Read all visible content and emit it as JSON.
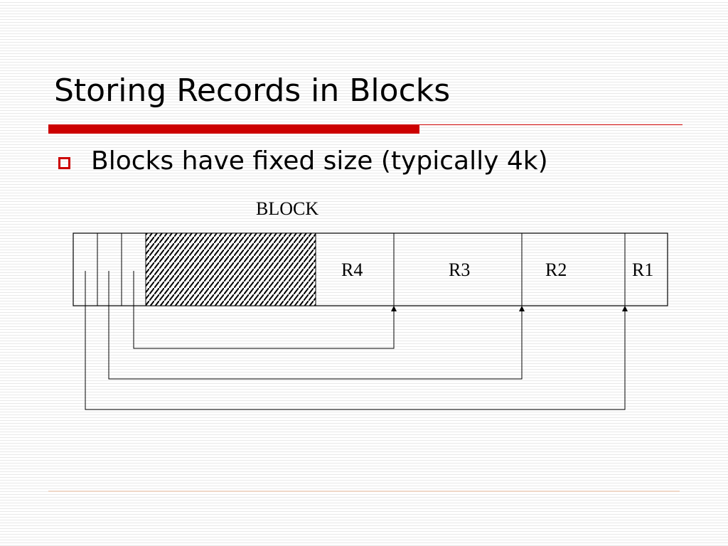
{
  "slide": {
    "title": "Storing Records in Blocks",
    "bullets": [
      {
        "text": "Blocks have fixed size (typically 4k)"
      }
    ]
  },
  "diagram": {
    "block_label": "BLOCK",
    "records": [
      {
        "label": "R4"
      },
      {
        "label": "R3"
      },
      {
        "label": "R2"
      },
      {
        "label": "R1"
      }
    ]
  },
  "colors": {
    "accent": "#cc0000",
    "line": "#000000"
  },
  "icons": {
    "bullet": "hollow-square-bullet-icon"
  }
}
